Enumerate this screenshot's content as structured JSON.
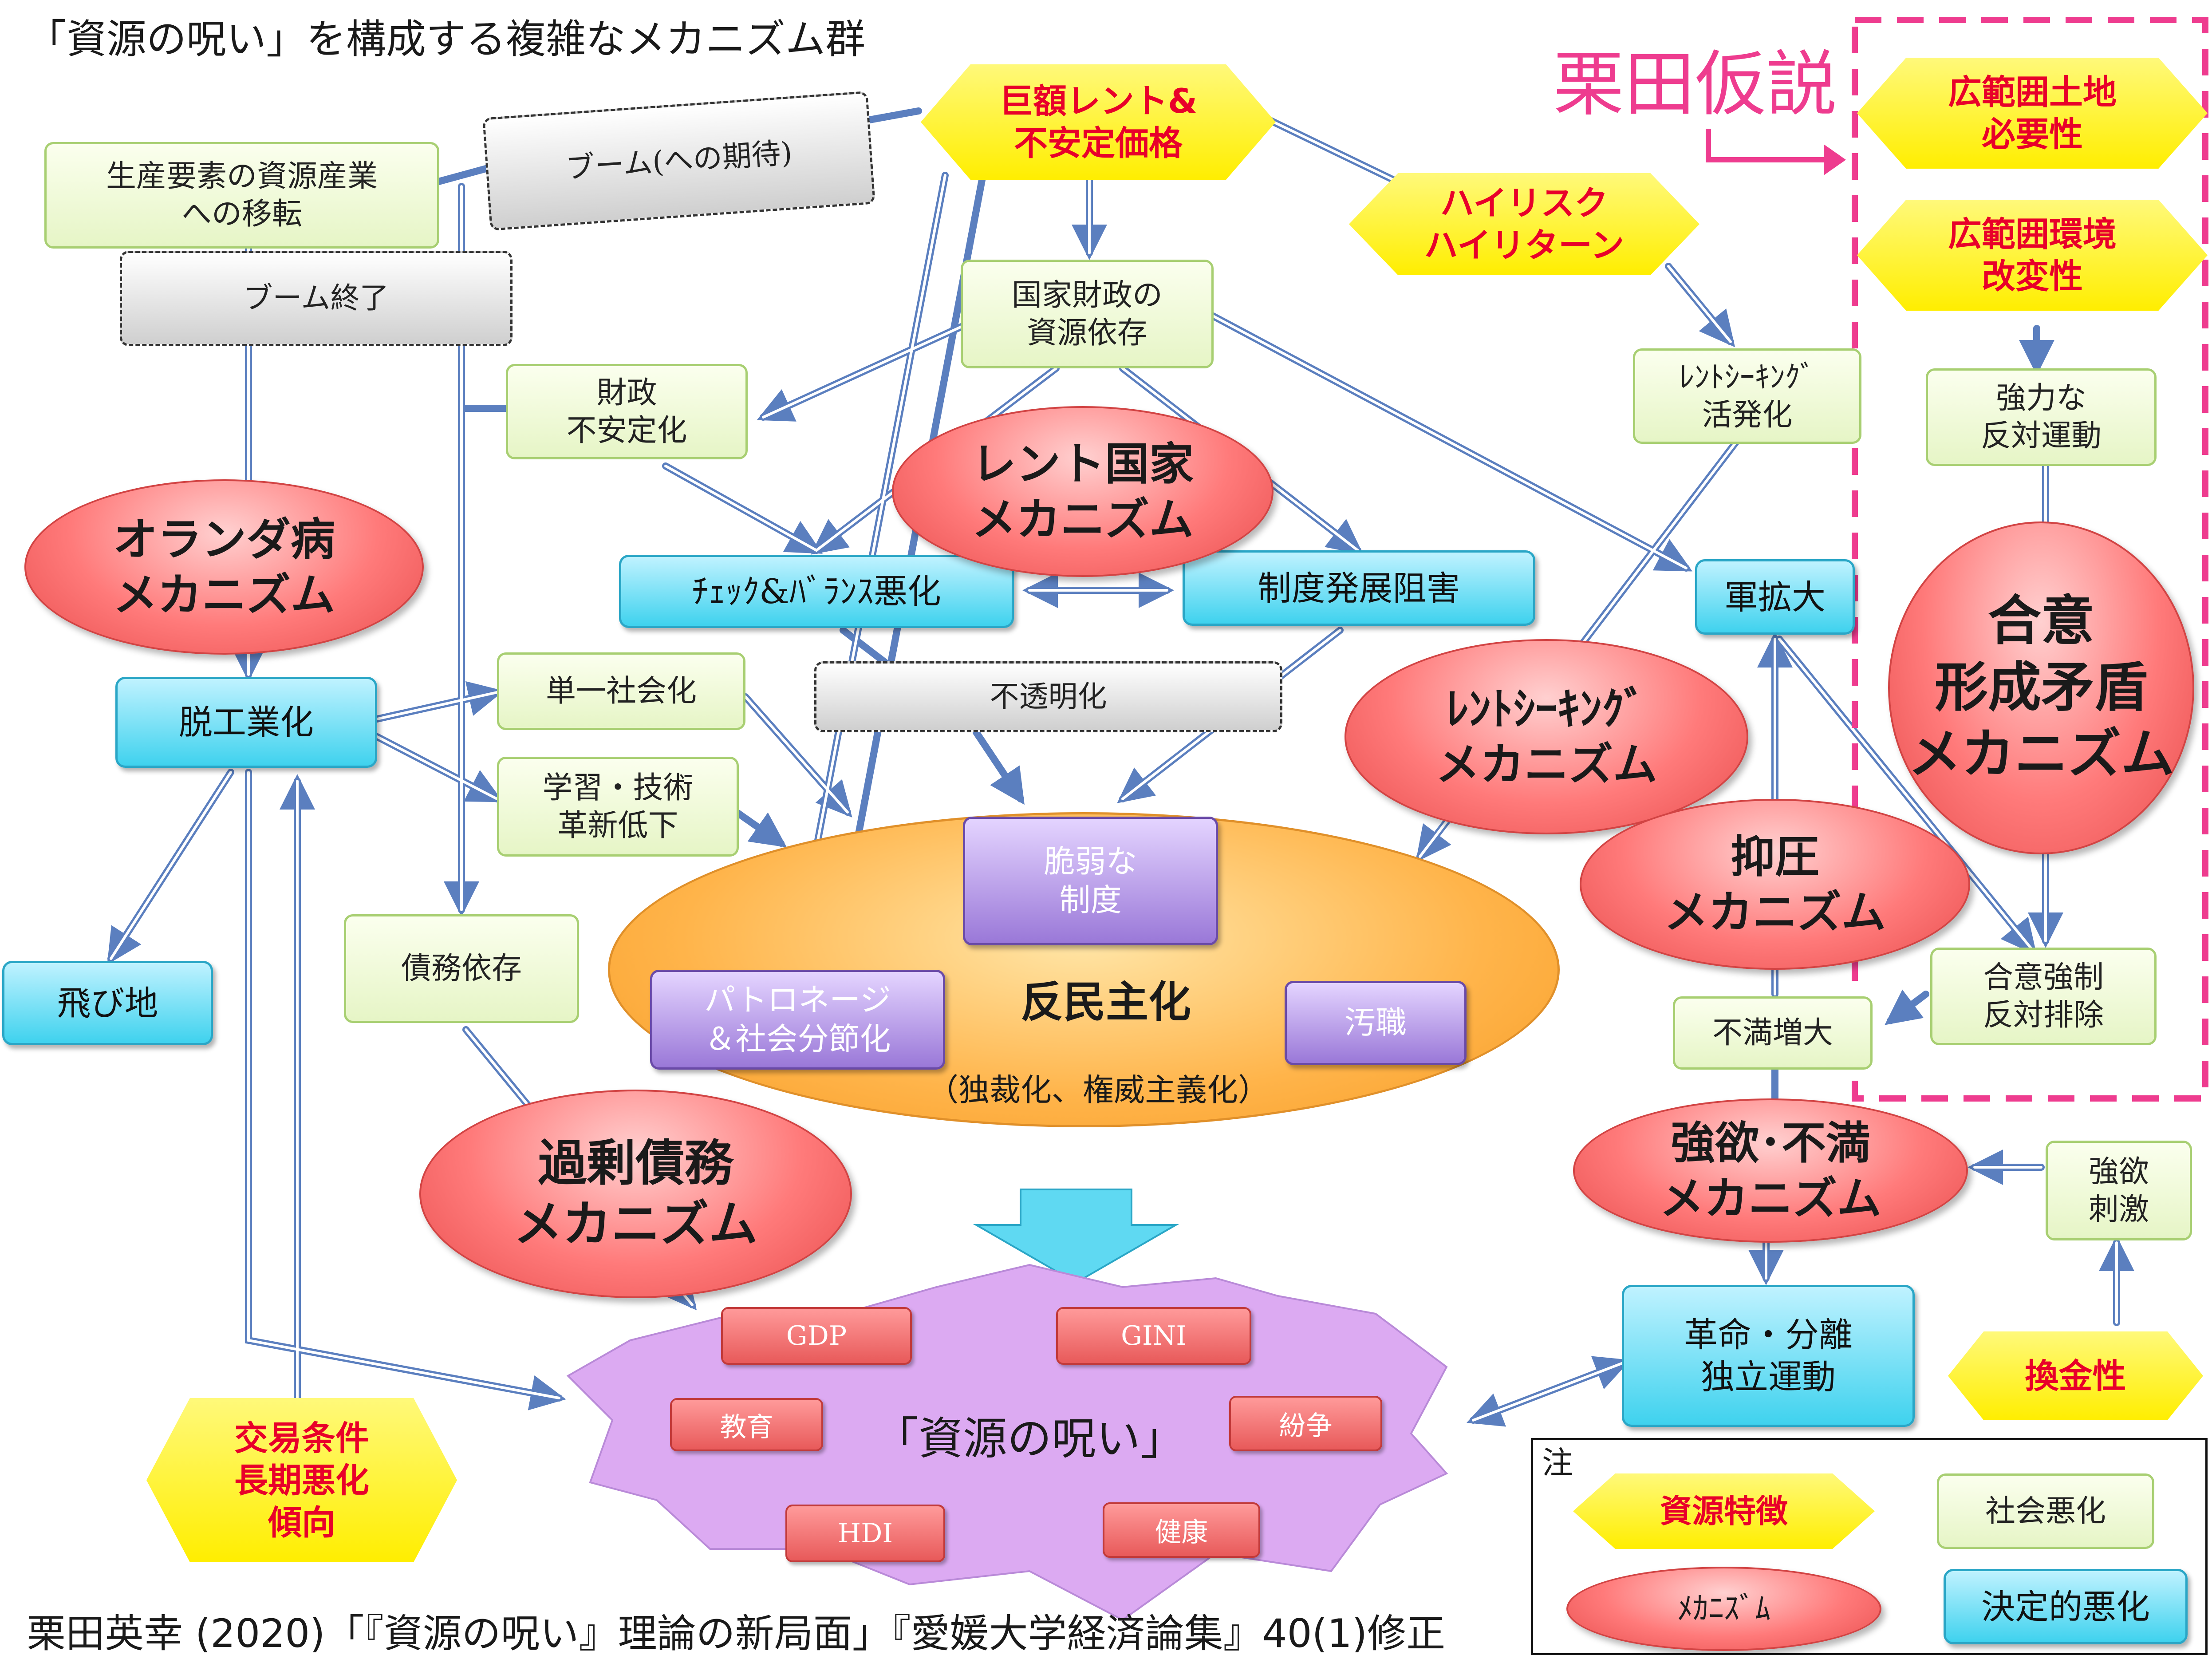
{
  "title": "「資源の呪い」を構成する複雑なメカニズム群",
  "citation": "栗田英幸 (2020)「『資源の呪い』理論の新局面」『愛媛大学経済論集』40(1)修正",
  "hypothesis_label": "栗田仮説",
  "resource_features": {
    "rent": "巨額レント&\n不安定価格",
    "high_risk": "ハイリスク\nハイリターン",
    "land": "広範囲土地\n必要性",
    "env": "広範囲環境\n改変性",
    "terms": "交易条件\n長期悪化\n傾向",
    "cash": "換金性"
  },
  "social": {
    "factor_shift": "生産要素の資源産業\nへの移転",
    "fiscal_dep": "国家財政の\n資源依存",
    "fiscal_unstable": "財政\n不安定化",
    "rent_seeking_up": "ﾚﾝﾄｼｰｷﾝｸﾞ\n活発化",
    "opposition": "強力な\n反対運動",
    "mono_social": "単一社会化",
    "learning": "学習・技術\n革新低下",
    "debt_dep": "債務依存",
    "discontent": "不満増大",
    "consensus_force": "合意強制\n反対排除",
    "greed": "強欲\n刺激"
  },
  "gray": {
    "boom": "ブーム(への期待)",
    "boom_end": "ブーム終了",
    "opacity": "不透明化"
  },
  "decisive": {
    "check_balance": "ﾁｪｯｸ&ﾊﾞﾗﾝｽ悪化",
    "institution": "制度発展阻害",
    "military": "軍拡大",
    "deindustrial": "脱工業化",
    "enclave": "飛び地",
    "revolution": "革命・分離\n独立運動"
  },
  "mechanisms": {
    "rent_state": "レント国家\nメカニズム",
    "dutch": "オランダ病\nメカニズム",
    "consensus": "合意\n形成矛盾\nメカニズム",
    "rent_seeking": "ﾚﾝﾄｼｰｷﾝｸﾞ\nメカニズム",
    "repression": "抑圧\nメカニズム",
    "debt": "過剰債務\nメカニズム",
    "greed": "強欲･不満\nメカニズム"
  },
  "democracy": {
    "fragile": "脆弱な\n制度",
    "patronage": "パトロネージ\n＆社会分節化",
    "corruption": "汚職",
    "label": "反民主化",
    "sub": "（独裁化、権威主義化）"
  },
  "curse": {
    "label": "「資源の呪い」",
    "tags": [
      "GDP",
      "GINI",
      "教育",
      "紛争",
      "HDI",
      "健康"
    ]
  },
  "legend": {
    "title": "注",
    "resource": "資源特徴",
    "social": "社会悪化",
    "mechanism": "ﾒｶﾆｽﾞﾑ",
    "decisive": "決定的悪化"
  },
  "colors": {
    "arrow": "#5b7fbf",
    "dashed_frame": "#ee3c8f",
    "curse_star": "#dcaaf2",
    "hypothesis": "#ee3c8f"
  }
}
